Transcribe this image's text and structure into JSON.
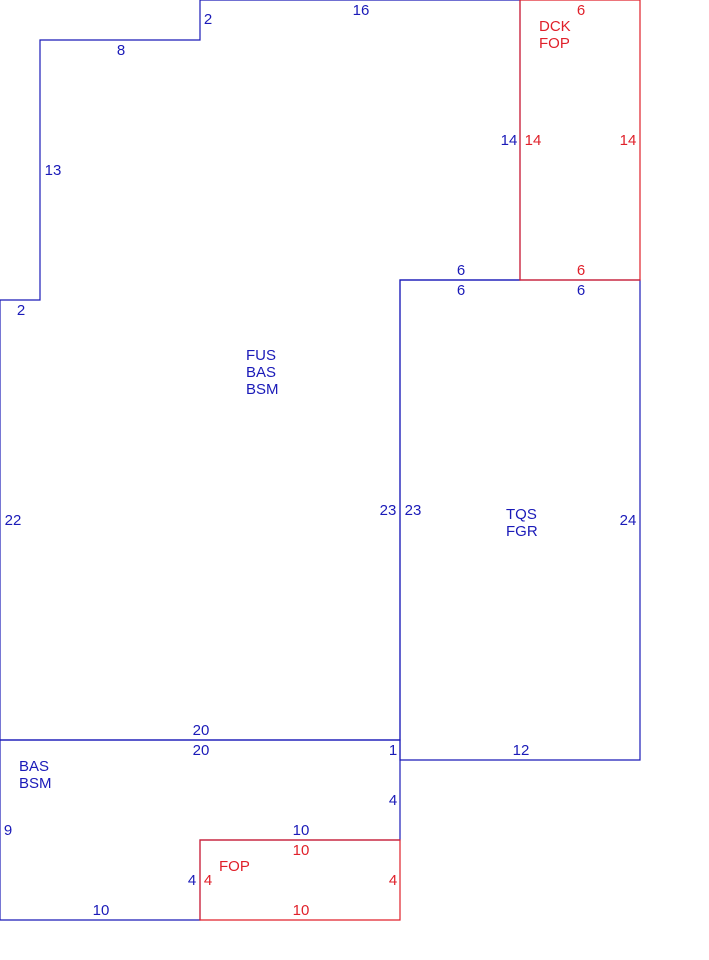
{
  "colors": {
    "main": "#1a1ab8",
    "secondary": "#e0202a",
    "background": "#ffffff"
  },
  "areas": {
    "fus": {
      "codes": [
        "FUS",
        "BAS",
        "BSM"
      ]
    },
    "tqs": {
      "codes": [
        "TQS",
        "FGR"
      ]
    },
    "dck": {
      "codes": [
        "DCK",
        "FOP"
      ]
    },
    "bas": {
      "codes": [
        "BAS",
        "BSM"
      ]
    },
    "fop": {
      "codes": [
        "FOP"
      ]
    }
  },
  "dims": {
    "main_top_step": "2",
    "main_top": "16",
    "main_upper_left_top": "8",
    "main_upper_left_side": "13",
    "main_left_step": "2",
    "main_left": "22",
    "main_right_upper": "14",
    "main_right_lower": "23",
    "main_bottom": "20",
    "main_notch_top": "6",
    "tqs_top_left": "6",
    "tqs_top_right": "6",
    "tqs_left": "23",
    "tqs_right": "24",
    "tqs_bottom": "12",
    "tqs_left_step": "1",
    "dck_top": "6",
    "dck_left": "14",
    "dck_right": "14",
    "dck_bottom": "6",
    "bas_top": "20",
    "bas_left": "9",
    "bas_bottom": "10",
    "bas_right_lower": "4",
    "bas_right_upper": "4",
    "bas_notch_top": "10",
    "fop_top": "10",
    "fop_left": "4",
    "fop_right": "4",
    "fop_bottom": "10"
  }
}
